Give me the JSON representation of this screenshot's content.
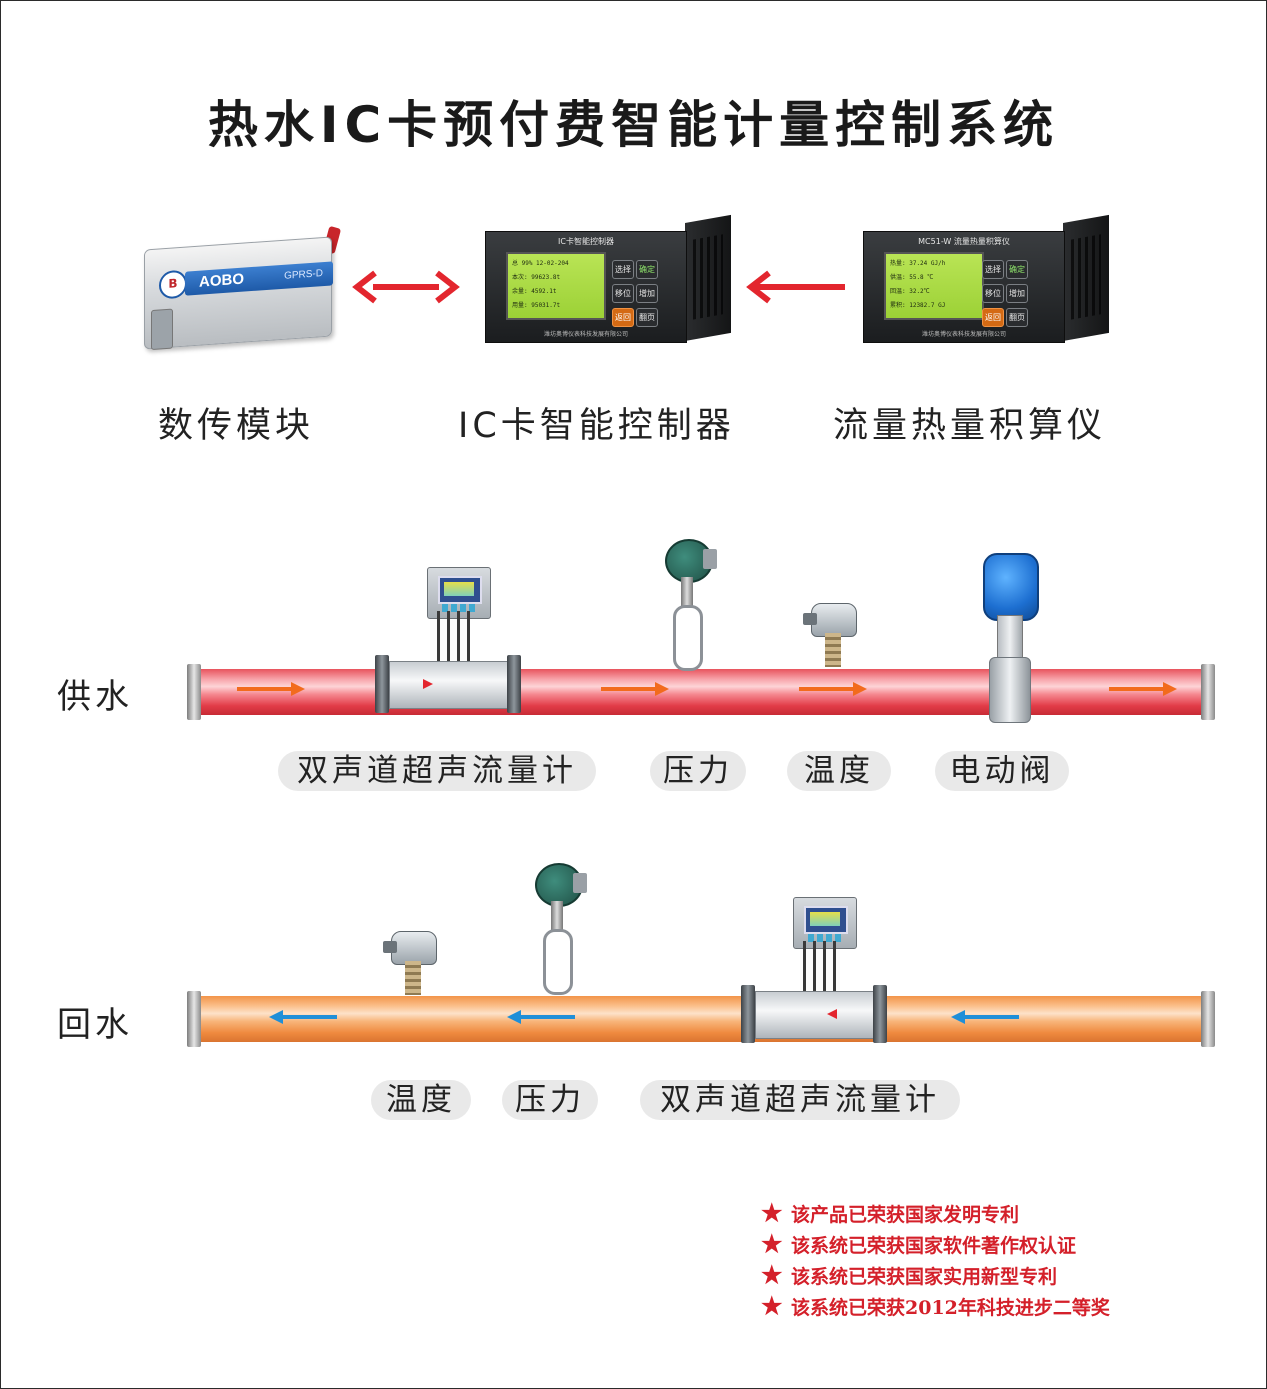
{
  "title": "热水IC卡预付费智能计量控制系统",
  "devices": {
    "gprs": {
      "label": "数传模块",
      "brand": "AOBO",
      "model": "GPRS-D",
      "logo_letter": "B"
    },
    "controller": {
      "label": "IC卡智能控制器",
      "panel_title": "IC卡智能控制器",
      "lcd_rows": [
        "总 99%      12-02-204",
        "本次:      99623.8t",
        "余量:       4592.1t",
        "用量:      95031.7t"
      ],
      "buttons": [
        "选择",
        "确定",
        "移位",
        "增加",
        "返回",
        "翻页"
      ],
      "footer": "潍坊奥博仪表科技发展有限公司"
    },
    "calculator": {
      "label": "流量热量积算仪",
      "panel_title": "MC51-W 流量热量积算仪",
      "lcd_rows": [
        "热量:    37.24 GJ/h",
        "供温:       55.8 ℃",
        "回温:       32.2℃",
        "累积:    12382.7 GJ"
      ],
      "buttons": [
        "选择",
        "确定",
        "移位",
        "增加",
        "返回",
        "翻页"
      ],
      "footer": "潍坊奥博仪表科技发展有限公司"
    }
  },
  "supply": {
    "label": "供水",
    "pills": [
      "双声道超声流量计",
      "压力",
      "温度",
      "电动阀"
    ]
  },
  "return": {
    "label": "回水",
    "pills": [
      "温度",
      "压力",
      "双声道超声流量计"
    ]
  },
  "notes": [
    "该产品已荣获国家发明专利",
    "该系统已荣获国家软件著作权认证",
    "该系统已荣获国家实用新型专利",
    "该系统已荣获2012年科技进步二等奖"
  ],
  "colors": {
    "supply_pipe": "#e8535d",
    "return_pipe": "#f29449",
    "supply_flow_arrow": "#f26b1d",
    "return_flow_arrow": "#1f8fd8",
    "link_arrow": "#e3262e",
    "note_text": "#d4202a",
    "pill_bg": "#e9e9e9"
  },
  "icons": {
    "note_bullet": "star-icon",
    "link_arrow": "arrow-icon"
  }
}
